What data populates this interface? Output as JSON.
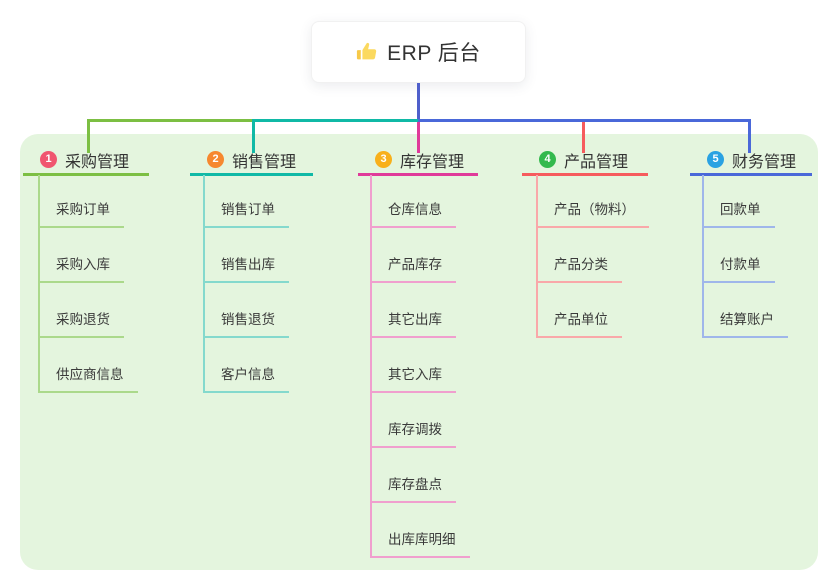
{
  "canvas": {
    "panel_bg": "#e4f5de"
  },
  "root": {
    "label": "ERP 后台",
    "icon": "thumbs-up",
    "line_color": "#4f5fcb"
  },
  "branches": [
    {
      "num": "1",
      "label": "采购管理",
      "badge": "#f0566f",
      "line": "#7cbf43",
      "light": "#abd98b",
      "children": [
        "采购订单",
        "采购入库",
        "采购退货",
        "供应商信息"
      ]
    },
    {
      "num": "2",
      "label": "销售管理",
      "badge": "#f6882f",
      "line": "#10b9a6",
      "light": "#84d9cd",
      "children": [
        "销售订单",
        "销售出库",
        "销售退货",
        "客户信息"
      ]
    },
    {
      "num": "3",
      "label": "库存管理",
      "badge": "#f8b01b",
      "line": "#e03a9a",
      "light": "#f09fce",
      "children": [
        "仓库信息",
        "产品库存",
        "其它出库",
        "其它入库",
        "库存调拨",
        "库存盘点",
        "出库库明细"
      ]
    },
    {
      "num": "4",
      "label": "产品管理",
      "badge": "#33b94d",
      "line": "#f65b5d",
      "light": "#f9a8a9",
      "children": [
        "产品（物料）",
        "产品分类",
        "产品单位"
      ]
    },
    {
      "num": "5",
      "label": "财务管理",
      "badge": "#2aa2e2",
      "line": "#4a68d9",
      "light": "#9fb6ea",
      "children": [
        "回款单",
        "付款单",
        "结算账户"
      ]
    }
  ]
}
